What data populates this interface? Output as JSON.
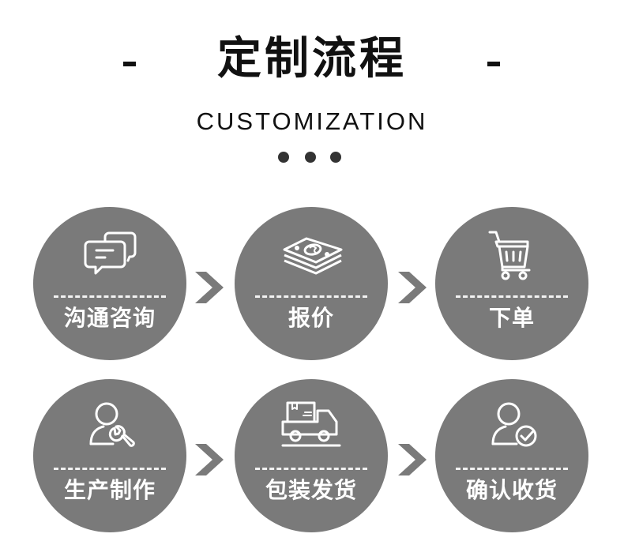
{
  "header": {
    "title": "定制流程",
    "subtitle": "CUSTOMIZATION",
    "dash_left": "-",
    "dash_right": "-"
  },
  "colors": {
    "circle": "#7a7a7a",
    "arrow": "#7a7a7a",
    "text_dark": "#111111",
    "text_light": "#ffffff"
  },
  "steps": [
    {
      "label": "沟通咨询",
      "icon": "chat-bubbles-icon"
    },
    {
      "label": "报价",
      "icon": "money-stack-icon"
    },
    {
      "label": "下单",
      "icon": "shopping-cart-icon"
    },
    {
      "label": "生产制作",
      "icon": "user-wrench-icon"
    },
    {
      "label": "包装发货",
      "icon": "delivery-truck-icon"
    },
    {
      "label": "确认收货",
      "icon": "user-check-icon"
    }
  ]
}
